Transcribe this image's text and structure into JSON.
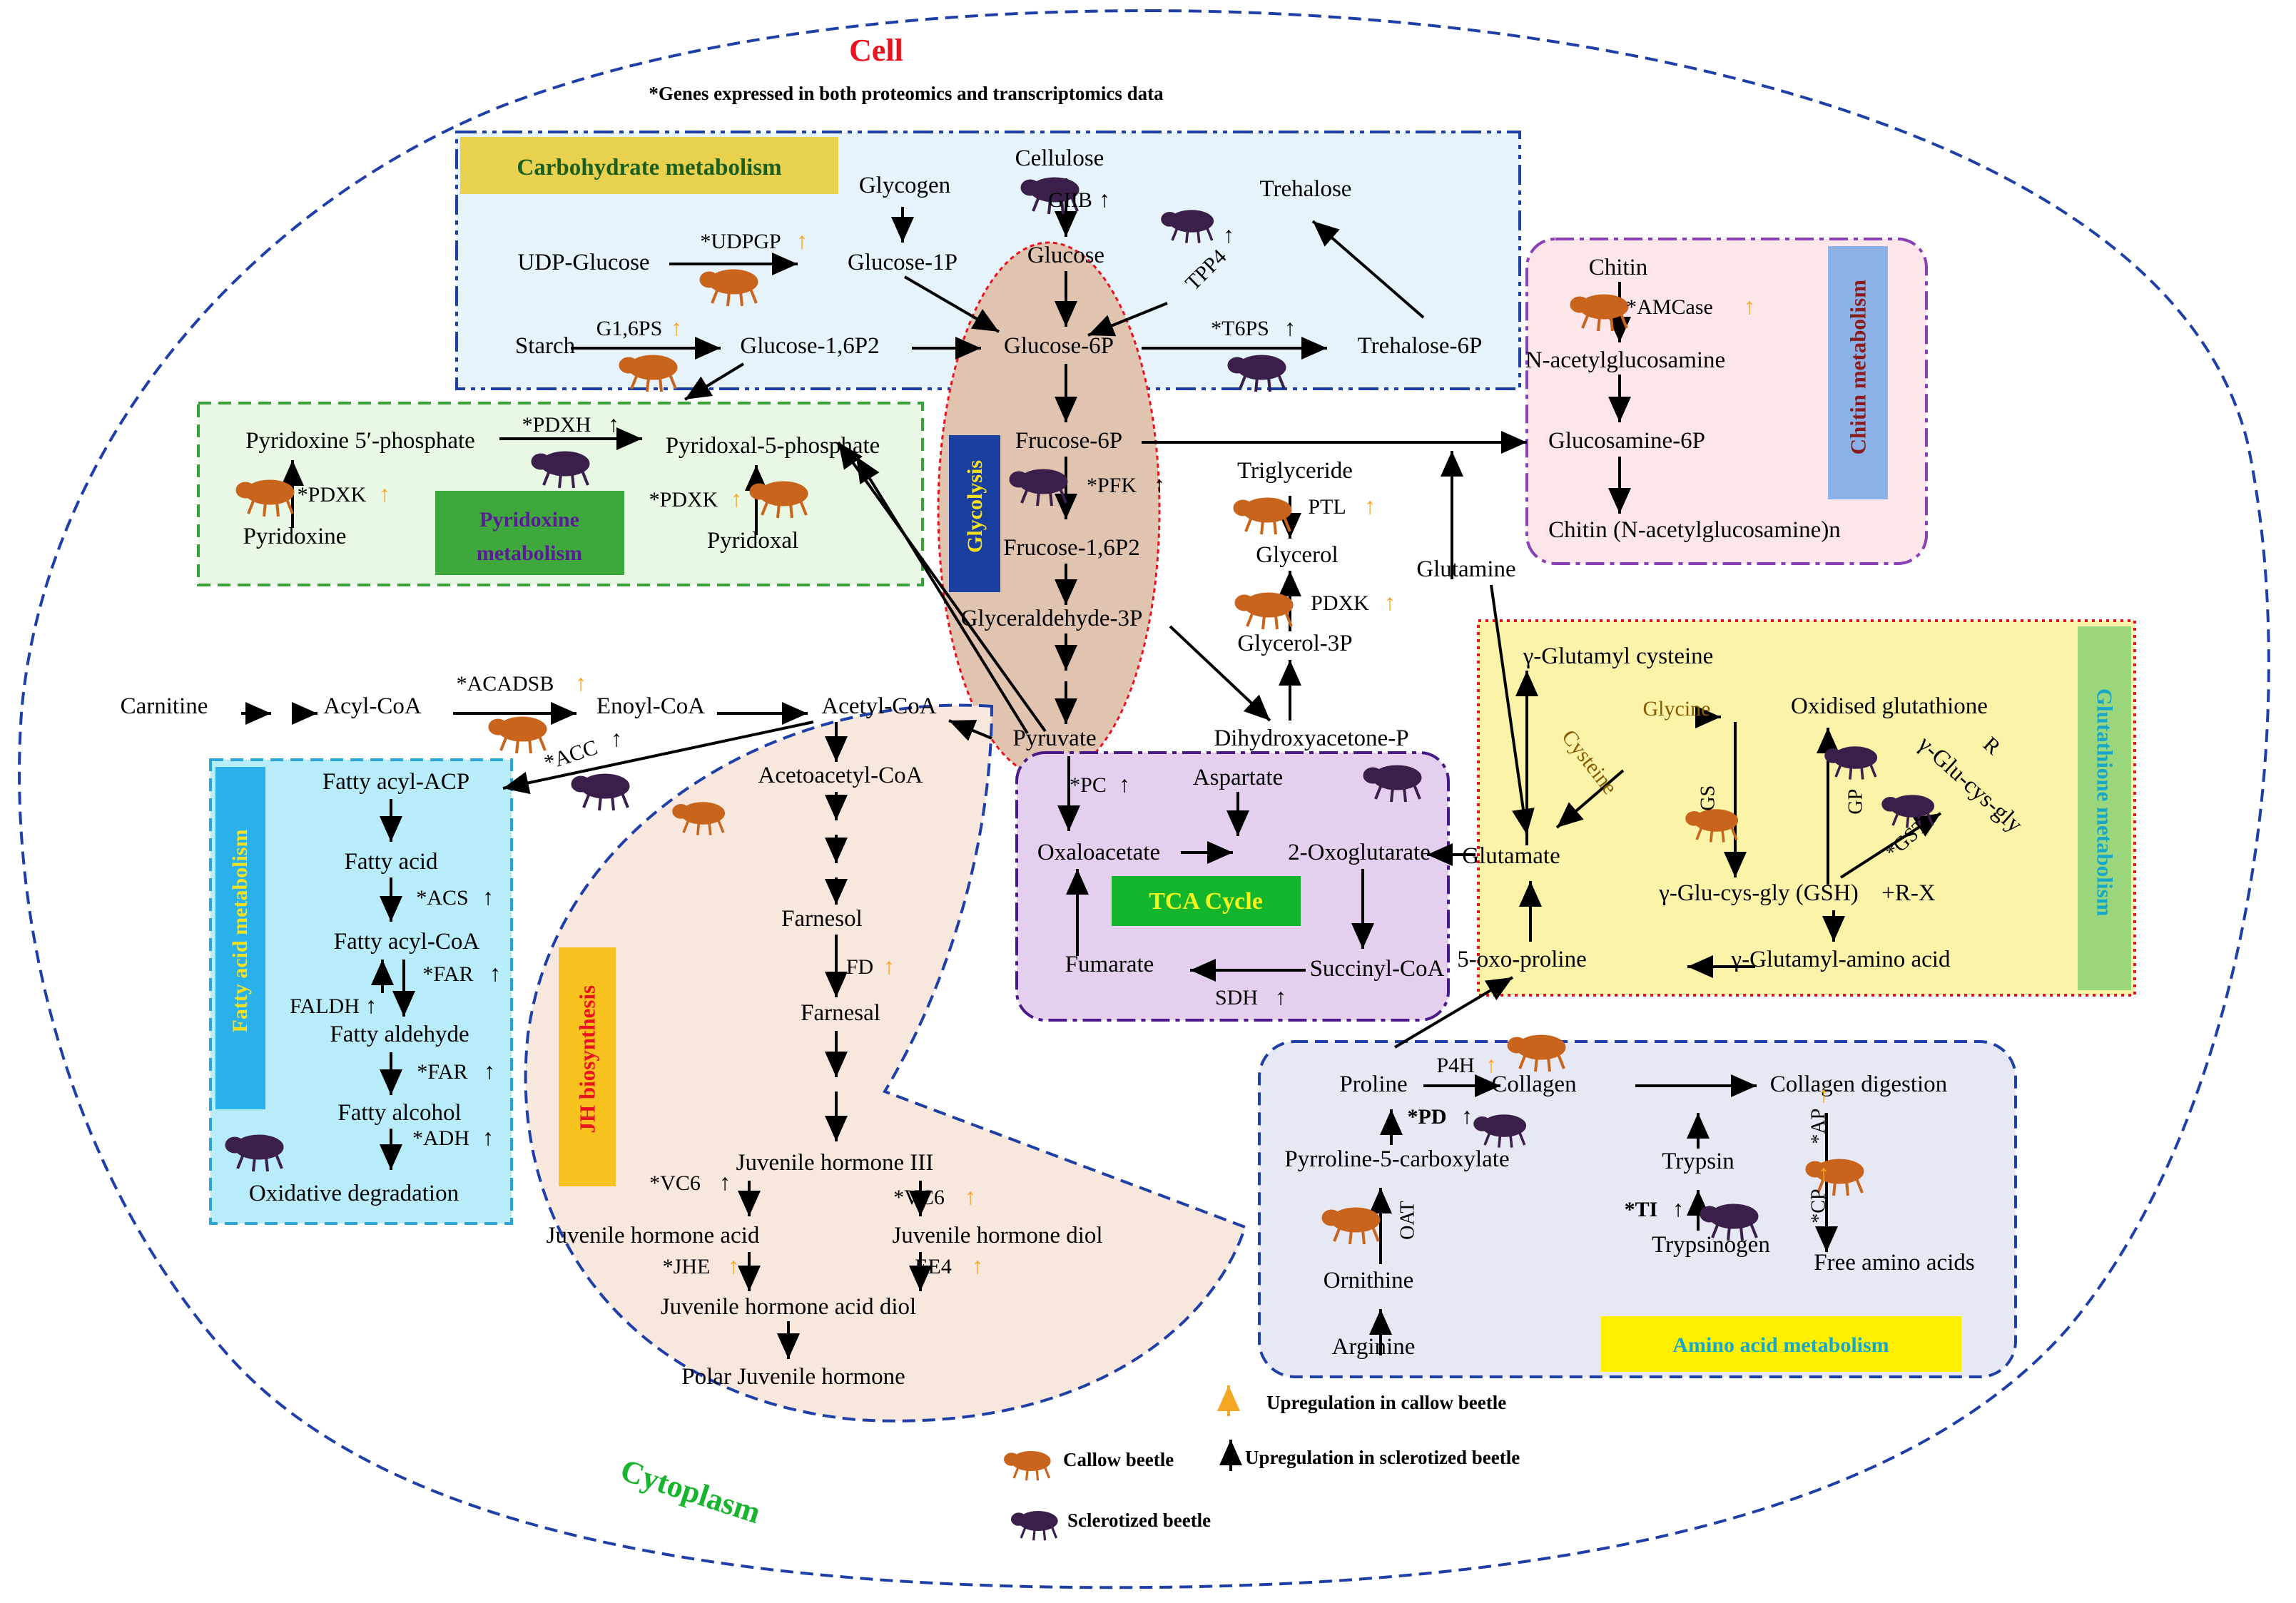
{
  "header": {
    "cell": "Cell",
    "note": "*Genes expressed in both proteomics and transcriptomics data",
    "cytoplasm": "Cytoplasm"
  },
  "colors": {
    "callow_arrow": "#f5a623",
    "sclerotized_arrow": "#000000",
    "cell_border": "#1f3fa8",
    "cell_label": "#e8131f",
    "cytoplasm_label": "#16b52d",
    "carb_bg": "#e6f3fb",
    "chitin_bg": "#fde6ea",
    "pyridoxine_bg": "#e9f8e4",
    "glycolysis_bg": "#e1c4b0",
    "tca_bg": "#e4d0ee",
    "glutathione_bg": "#fbf3a8",
    "fatty_bg": "#b8ecfa",
    "jh_bg": "#f7e7dd",
    "amino_bg": "#e6e9f4"
  },
  "panels": {
    "carbohydrate": "Carbohydrate  metabolism",
    "chitin": "Chitin metabolism",
    "pyridoxine_1": "Pyridoxine",
    "pyridoxine_2": "metabolism",
    "glycolysis": "Glycolysis",
    "tca": "TCA Cycle",
    "glutathione": "Glutathione  metabolism",
    "fatty": "Fatty  acid metabolism",
    "jh": "JH biosynthesis",
    "amino": "Amino acid metabolism"
  },
  "metabolites": {
    "glycogen": "Glycogen",
    "cellulose": "Cellulose",
    "trehalose": "Trehalose",
    "udp_glucose": "UDP-Glucose",
    "glucose_1p": "Glucose-1P",
    "glucose": "Glucose",
    "starch": "Starch",
    "glucose_16p2": "Glucose-1,6P2",
    "glucose_6p": "Glucose-6P",
    "trehalose_6p": "Trehalose-6P",
    "chitin": "Chitin",
    "n_acetylglucosamine": "N-acetylglucosamine",
    "glucosamine_6p": "Glucosamine-6P",
    "chitin_n": "Chitin (N-acetylglucosamine)n",
    "pyridoxine_5p": "Pyridoxine  5′-phosphate",
    "pyridoxal_5p": "Pyridoxal-5-phosphate",
    "pyridoxine": "Pyridoxine",
    "pyridoxal": "Pyridoxal",
    "frucose_6p": "Frucose-6P",
    "frucose_16p2": "Frucose-1,6P2",
    "glyceraldehyde_3p": "Glyceraldehyde-3P",
    "pyruvate": "Pyruvate",
    "triglyceride": "Triglyceride",
    "glycerol": "Glycerol",
    "glycerol_3p": "Glycerol-3P",
    "dihydroxyacetone_p": "Dihydroxyacetone-P",
    "glutamine": "Glutamine",
    "carnitine": "Carnitine",
    "acyl_coa": "Acyl-CoA",
    "enoyl_coa": "Enoyl-CoA",
    "acetyl_coa": "Acetyl-CoA",
    "acetoacetyl_coa": "Acetoacetyl-CoA",
    "farnesol": "Farnesol",
    "farnesal": "Farnesal",
    "jh_iii": "Juvenile hormone III",
    "jh_acid": "Juvenile hormone acid",
    "jh_diol": "Juvenile hormone diol",
    "jh_acid_diol": "Juvenile hormone acid diol",
    "polar_jh": "Polar Juvenile hormone",
    "fatty_acyl_acp": "Fatty acyl-ACP",
    "fatty_acid": "Fatty acid",
    "fatty_acyl_coa": "Fatty acyl-CoA",
    "fatty_aldehyde": "Fatty aldehyde",
    "fatty_alcohol": "Fatty alcohol",
    "oxidative_degradation": "Oxidative  degradation",
    "aspartate": "Aspartate",
    "oxaloacetate": "Oxaloacetate",
    "oxoglutarate": "2-Oxoglutarate",
    "fumarate": "Fumarate",
    "succinyl_coa": "Succinyl-CoA",
    "glu_cysteine": "γ-Glutamyl  cysteine",
    "glycine": "Glycine",
    "oxidised_glutathione": "Oxidised glutathione",
    "cysteine": "Cysteine",
    "glu_cys_gly_r": "γ-Glu-cys-gly",
    "r": "R",
    "glutamate": "Glutamate",
    "gsh": "γ-Glu-cys-gly  (GSH)",
    "rx": "+R-X",
    "oxo_proline": "5-oxo-proline",
    "glutamyl_amino_acid": "γ-Glutamyl-amino  acid",
    "proline": "Proline",
    "collagen": "Collagen",
    "collagen_digestion": "Collagen  digestion",
    "p5c": "Pyrroline-5-carboxylate",
    "trypsin": "Trypsin",
    "trypsinogen": "Trypsinogen",
    "free_amino_acids": "Free amino  acids",
    "ornithine": "Ornithine",
    "arginine": "Arginine"
  },
  "enzymes": {
    "giib": "GIIB",
    "udpgp": "*UDPGP",
    "tpp4": "TPP4",
    "g16ps": "G1,6PS",
    "t6ps": "*T6PS",
    "amcase": "*AMCase",
    "pdxh": "*PDXH",
    "pdxk_a": "*PDXK",
    "pdxk_b": "*PDXK",
    "pfk": "*PFK",
    "ptl": "PTL",
    "pdxk_c": "PDXK",
    "acadsb": "*ACADSB",
    "acc": "*ACC",
    "pc": "*PC",
    "fd": "FD",
    "acs": "*ACS",
    "far_a": "*FAR",
    "faldh": "FALDH",
    "far_b": "*FAR",
    "adh": "*ADH",
    "vc6_a": "*VC6",
    "vc6_b": "*VC6",
    "jhe": "*JHE",
    "ee4": "EE4",
    "sdh": "SDH",
    "gs": "GS",
    "gp": "GP",
    "gst": "*GST",
    "p4h": "P4H",
    "pd": "*PD",
    "ti": "*TI",
    "oat": "OAT",
    "cp": "*CP",
    "ap": "*AP"
  },
  "legend": {
    "callow_up": "Upregulation in callow beetle",
    "callow": "Callow beetle",
    "sclerotized_up": "Upregulation in sclerotized beetle",
    "sclerotized": "Sclerotized beetle"
  }
}
